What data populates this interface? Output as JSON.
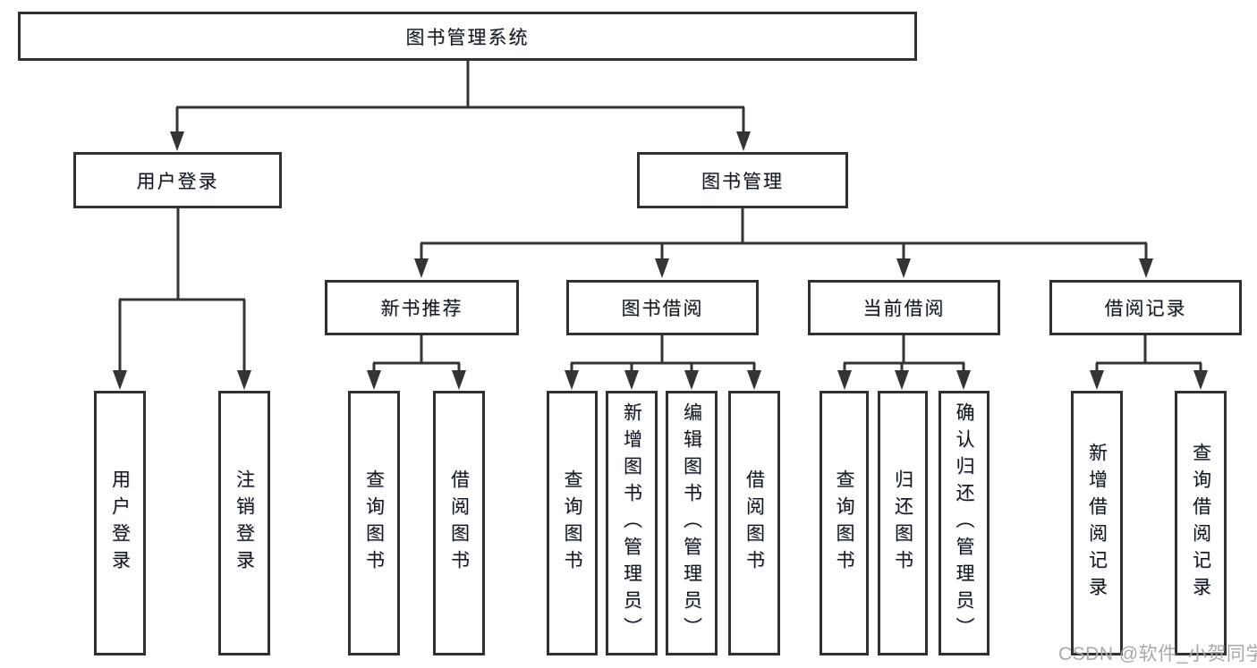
{
  "diagram": {
    "root": "图书管理系统",
    "level2": {
      "user_login": "用户登录",
      "book_mgmt": "图书管理"
    },
    "level3": {
      "new_book": "新书推荐",
      "book_borrow": "图书借阅",
      "current_borrow": "当前借阅",
      "borrow_record": "借阅记录"
    },
    "leaves": {
      "user_login": [
        "用户登录",
        "注销登录"
      ],
      "new_book": [
        "查询图书",
        "借阅图书"
      ],
      "book_borrow": [
        "查询图书",
        "新增图书（管理员）",
        "编辑图书（管理员）",
        "借阅图书"
      ],
      "current_borrow": [
        "查询图书",
        "归还图书",
        "确认归还（管理员）"
      ],
      "borrow_record": [
        "新增借阅记录",
        "查询借阅记录"
      ]
    }
  },
  "watermark": "CSDN @软件_小贺同学",
  "colors": {
    "line": "#343434",
    "border": "#313131",
    "text": "#161616",
    "watermark": "#a8a8af",
    "background": "#ffffff"
  }
}
